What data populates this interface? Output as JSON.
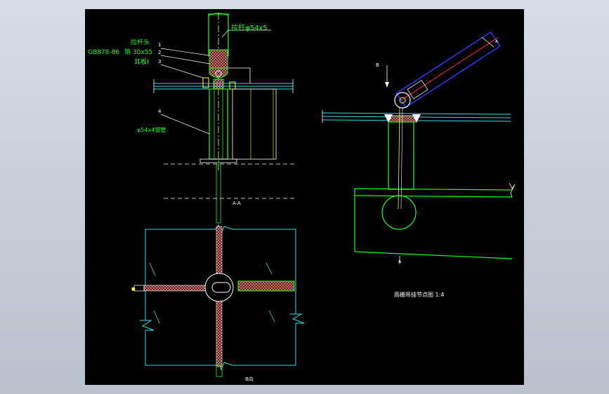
{
  "colors": {
    "background_outer": "#c9d0da",
    "sheet": "#000000",
    "green": "#19ff19",
    "yellow": "#ffff33",
    "cyan": "#2fe0e0",
    "white": "#ffffff",
    "red": "#ff2a2a",
    "blue": "#2a3cff",
    "pink": "#ff9a9a"
  },
  "labels": {
    "rod_spec": "拉杆φ54x5",
    "rod_head": "拉杆头",
    "standard": "GB878-86",
    "pin": "销 30x55",
    "ear_plate": "耳板I",
    "tube": "φ54x4钢管",
    "callout_1": "1",
    "callout_2": "2",
    "callout_3": "3",
    "callout_4": "4",
    "section_aa": "A-A",
    "section_b": "B向",
    "mark_b": "B",
    "mark_a": "A",
    "mark_a2": "A",
    "detail_title": "雨棚吊挂节点图 1:4"
  },
  "icons": {
    "break_marks": "zigzag-break-icon",
    "hatch": "crosshatch-pattern-icon"
  }
}
